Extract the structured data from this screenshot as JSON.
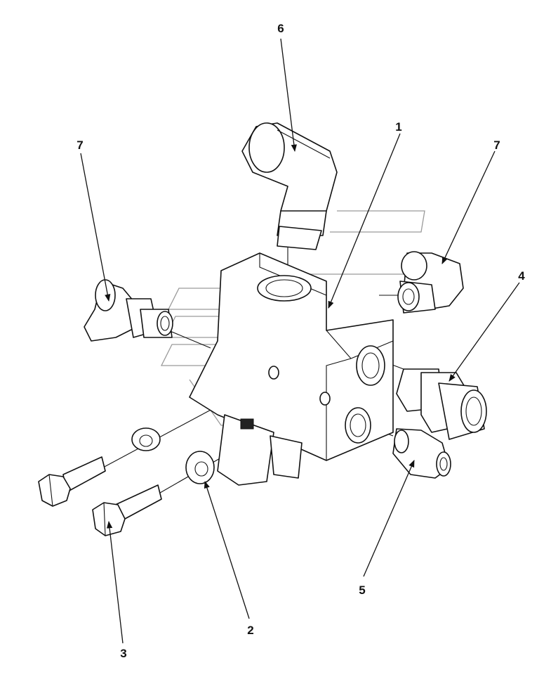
{
  "callouts": {
    "c1": "1",
    "c2": "2",
    "c3": "3",
    "c4": "4",
    "c5": "5",
    "c6": "6",
    "c7_left": "7",
    "c7_right": "7"
  }
}
